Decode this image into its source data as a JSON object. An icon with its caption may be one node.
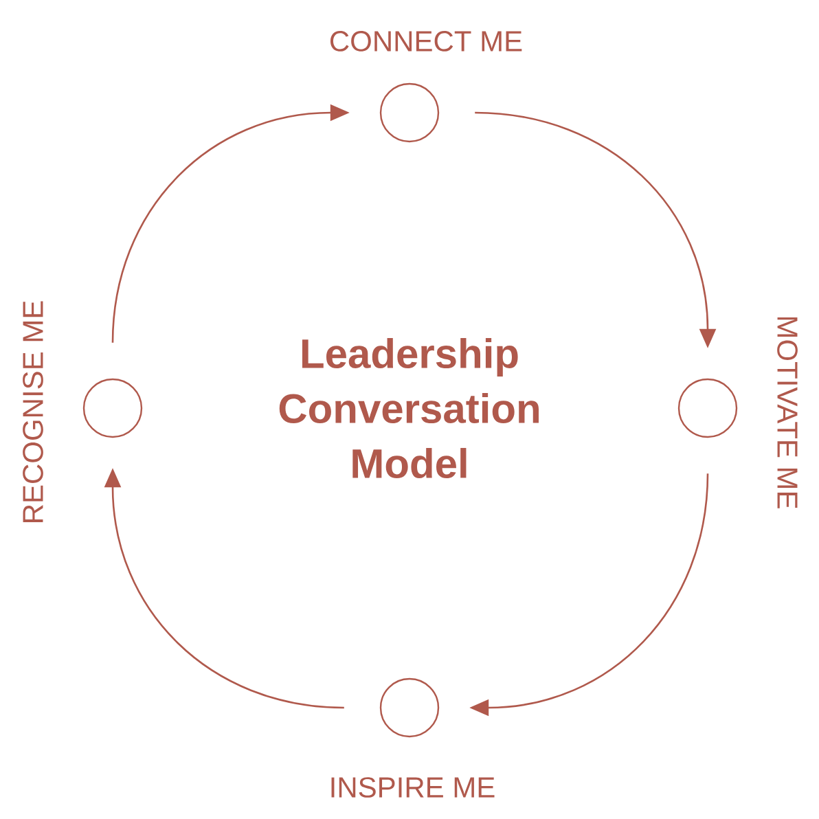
{
  "diagram": {
    "title": "Leadership Conversation Model",
    "nodes": [
      {
        "text": [
          "CONNECT ME"
        ]
      },
      {
        "text": [
          "MOTIVATE ME"
        ]
      },
      {
        "text": [
          "INSPIRE ME"
        ]
      },
      {
        "text": [
          "RECOGNISE ME"
        ]
      }
    ],
    "edges": [
      {
        "from": 0,
        "to": 1,
        "arrow": "to"
      },
      {
        "from": 1,
        "to": 2,
        "arrow": "to"
      },
      {
        "from": 2,
        "to": 3,
        "arrow": "to"
      },
      {
        "from": 3,
        "to": 0,
        "arrow": "to"
      }
    ]
  }
}
